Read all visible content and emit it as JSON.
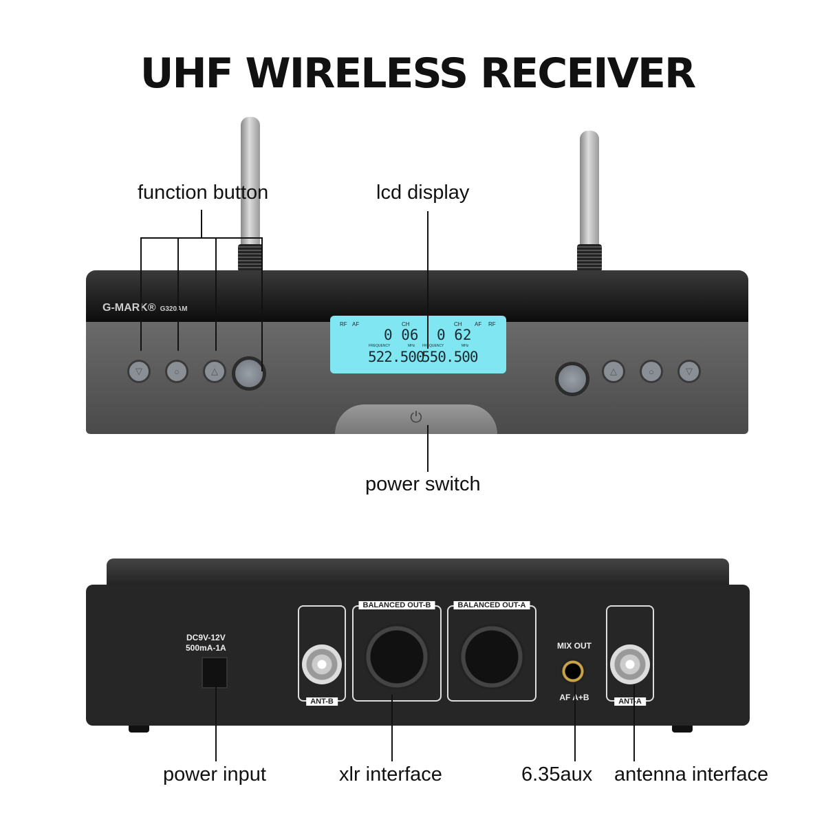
{
  "title": "UHF WIRELESS RECEIVER",
  "front": {
    "brand": "G-MARK®",
    "model": "G320AM",
    "lcd": {
      "rf": "RF",
      "af": "AF",
      "ch_label": "CH",
      "freq_label": "FREQUENCY",
      "mhz": "MHz",
      "left": {
        "channel": "0 06",
        "frequency": "522.500"
      },
      "right": {
        "channel": "0 62",
        "frequency": "550.500"
      }
    },
    "buttons": {
      "down": "▽",
      "set": "○",
      "up": "△"
    },
    "power_icon": "⏻"
  },
  "back": {
    "power_rating": [
      "DC9V-12V",
      "500mA-1A"
    ],
    "ant_b": "ANT-B",
    "out_b": "BALANCED OUT-B",
    "out_a": "BALANCED OUT-A",
    "mix_out": "MIX OUT",
    "af_mix": "AF A+B",
    "ant_a": "ANT-A"
  },
  "callouts": {
    "function_button": "function button",
    "lcd_display": "lcd display",
    "power_switch": "power switch",
    "power_input": "power input",
    "xlr_interface": "xlr interface",
    "aux": "6.35aux",
    "antenna_interface": "antenna interface"
  }
}
